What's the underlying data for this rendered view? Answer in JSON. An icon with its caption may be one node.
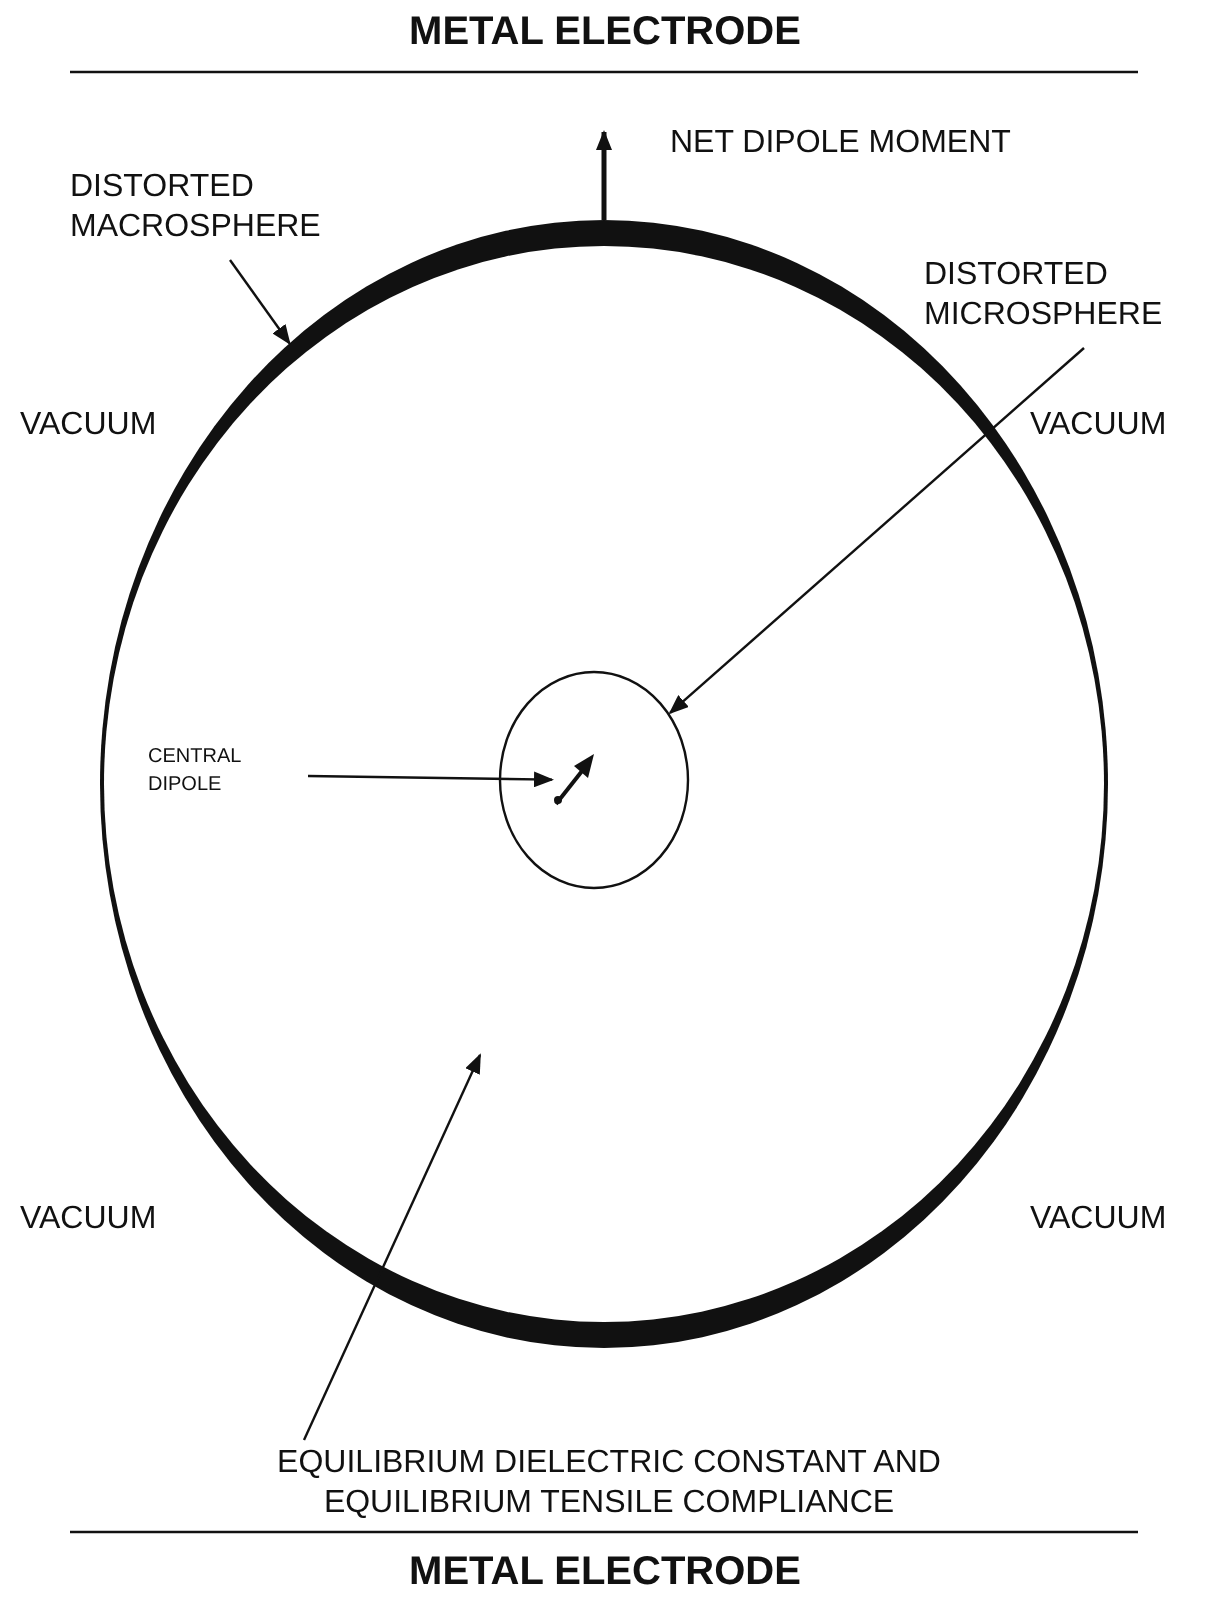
{
  "diagram": {
    "nodes": [
      {
        "text": [],
        "shape": "circle"
      },
      {
        "text": [],
        "shape": "circle",
        "in": 0
      },
      {
        "text": [],
        "shape": "picture",
        "in": 1
      },
      {
        "text": [
          "DISTORTED MACROSPHERE"
        ]
      },
      {
        "text": [
          "DISTORTED MICROSPHERE"
        ]
      },
      {
        "text": [
          "CENTRAL DIPOLE"
        ],
        "in": 0
      },
      {
        "text": [
          "EQUILIBRIUM DIELECTRIC CONSTANT AND EQUILIBRIUM TENSILE COMPLIANCE"
        ]
      }
    ],
    "edges": [
      {
        "from": 3,
        "to": 0,
        "arrow": "to"
      },
      {
        "from": 4,
        "to": 1,
        "arrow": "to"
      },
      {
        "from": 5,
        "to": 2,
        "arrow": "to"
      },
      {
        "from": 6,
        "to": 0,
        "arrow": "to"
      }
    ],
    "labels": [
      "METAL ELECTRODE",
      "NET DIPOLE MOMENT",
      "VACUUM",
      "VACUUM",
      "VACUUM",
      "VACUUM",
      "METAL ELECTRODE"
    ]
  }
}
